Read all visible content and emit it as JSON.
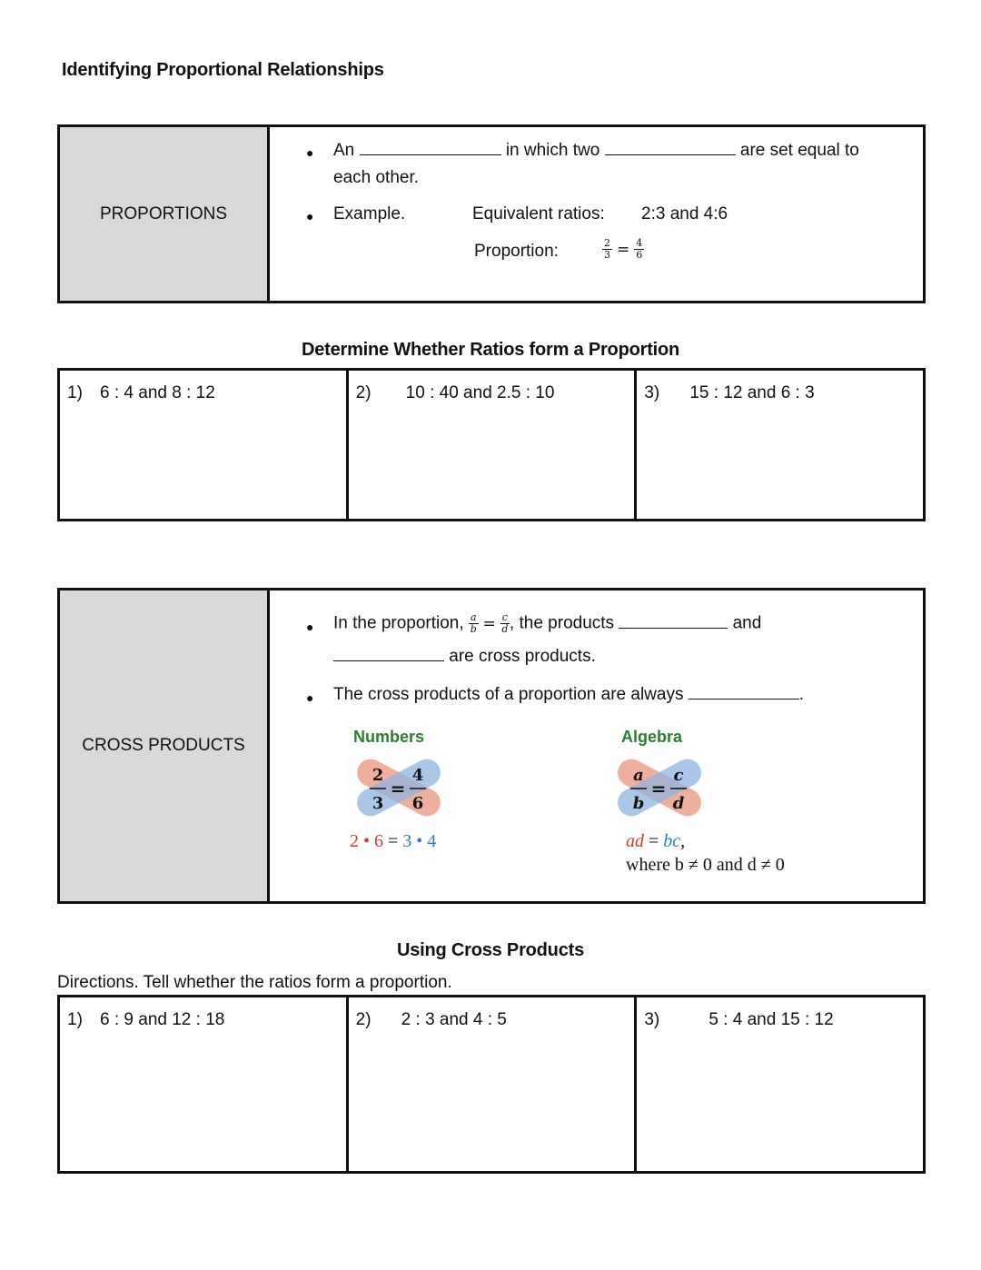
{
  "title": "Identifying Proportional Relationships",
  "proportions": {
    "term": "PROPORTIONS",
    "bullet1": {
      "part1": "An",
      "part2": "in which two",
      "part3": "are set equal to",
      "line2": "each other."
    },
    "bullet2": {
      "label": "Example.",
      "equiv_label": "Equivalent ratios:",
      "equiv_value": "2:3 and 4:6",
      "proportion_label": "Proportion:",
      "frac1": {
        "num": "2",
        "den": "3"
      },
      "frac2": {
        "num": "4",
        "den": "6"
      },
      "equals": "="
    }
  },
  "section1": {
    "title": "Determine Whether Ratios form a Proportion",
    "problems": [
      {
        "num": "1)",
        "text": "6 : 4 and 8 : 12"
      },
      {
        "num": "2)",
        "text": "10 : 40 and 2.5 : 10"
      },
      {
        "num": "3)",
        "text": "15 : 12 and 6 : 3"
      }
    ]
  },
  "cross_products": {
    "term": "CROSS PRODUCTS",
    "bullet1": {
      "part1": "In the proportion,",
      "fa": {
        "num": "a",
        "den": "b"
      },
      "fb": {
        "num": "c",
        "den": "d"
      },
      "equals": "=",
      "part2": ", the products",
      "part3": "and",
      "part4": "are cross products."
    },
    "bullet2": {
      "part1": "The cross products of a proportion are always",
      "part2": "."
    },
    "numbers_fig": {
      "label": "Numbers",
      "tl": "2",
      "tr": "4",
      "bl": "3",
      "br": "6",
      "eq": "=",
      "left": "2 • 6",
      "mid": " = ",
      "right": "3 • 4"
    },
    "algebra_fig": {
      "label": "Algebra",
      "tl": "a",
      "tr": "c",
      "bl": "b",
      "br": "d",
      "eq": "=",
      "left": "ad",
      "mid": " = ",
      "right": "bc",
      "comma": ",",
      "where": "where b ≠ 0 and d ≠ 0"
    }
  },
  "section2": {
    "title": "Using Cross Products",
    "directions": "Directions.  Tell whether the ratios form a proportion.",
    "problems": [
      {
        "num": "1)",
        "text": "6 : 9 and 12 : 18"
      },
      {
        "num": "2)",
        "text": "2 : 3 and 4 : 5"
      },
      {
        "num": "3)",
        "text": "5 : 4 and 15 : 12"
      }
    ]
  },
  "colors": {
    "red": "#d23c2c",
    "blue": "#2f7bbf",
    "green": "#2e7d32",
    "gray_fill": "#d9d9d9"
  }
}
